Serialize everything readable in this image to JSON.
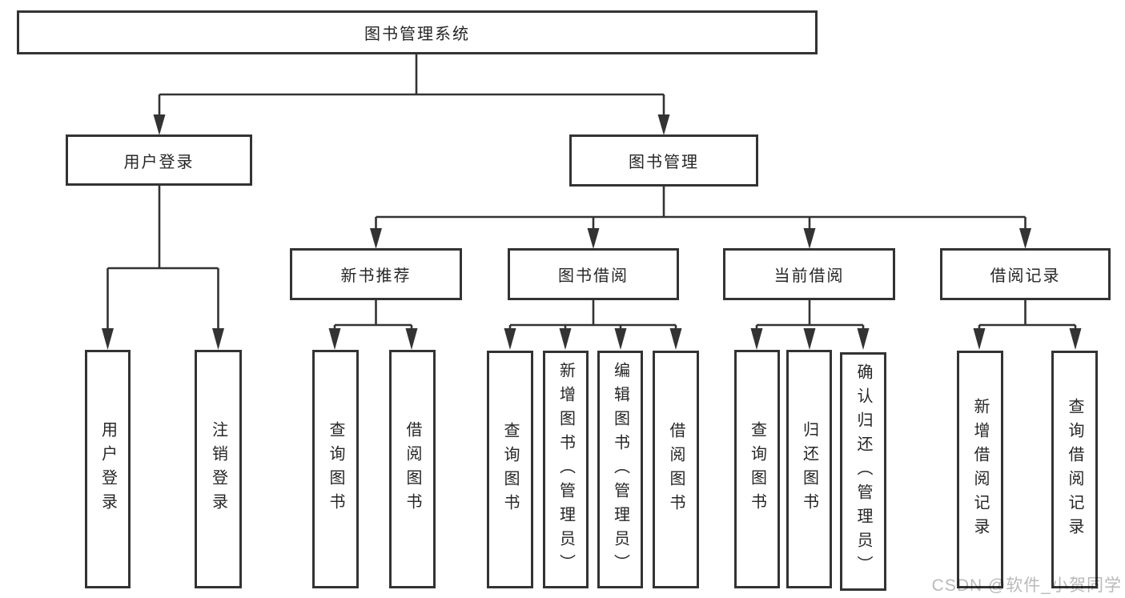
{
  "tree": {
    "label": "图书管理系统",
    "children": [
      {
        "label": "用户登录",
        "children": [
          {
            "label": "用户登录"
          },
          {
            "label": "注销登录"
          }
        ]
      },
      {
        "label": "图书管理",
        "children": [
          {
            "label": "新书推荐",
            "children": [
              {
                "label": "查询图书"
              },
              {
                "label": "借阅图书"
              }
            ]
          },
          {
            "label": "图书借阅",
            "children": [
              {
                "label": "查询图书"
              },
              {
                "label": "新增图书（管理员）"
              },
              {
                "label": "编辑图书（管理员）"
              },
              {
                "label": "借阅图书"
              }
            ]
          },
          {
            "label": "当前借阅",
            "children": [
              {
                "label": "查询图书"
              },
              {
                "label": "归还图书"
              },
              {
                "label": "确认归还（管理员）"
              }
            ]
          },
          {
            "label": "借阅记录",
            "children": [
              {
                "label": "新增借阅记录"
              },
              {
                "label": "查询借阅记录"
              }
            ]
          }
        ]
      }
    ]
  },
  "watermark": {
    "text": "CSDN @软件_小贺同学"
  },
  "colors": {
    "line": "#333333",
    "box_border": "#333333",
    "box_fill": "#ffffff",
    "text": "#262626",
    "watermark": "#b9b9b9",
    "background": "#ffffff"
  }
}
